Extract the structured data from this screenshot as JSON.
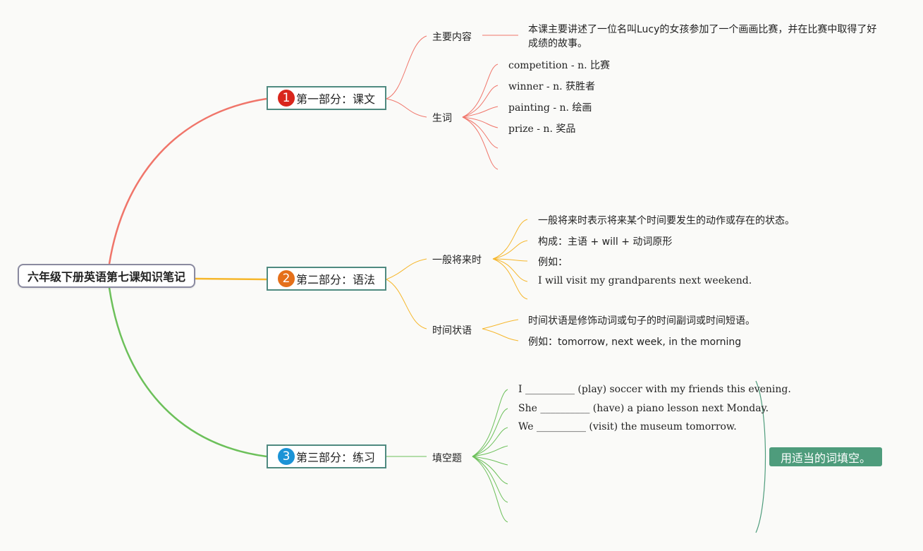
{
  "root": {
    "title": "六年级下册英语第七课知识笔记"
  },
  "sections": [
    {
      "number": "1",
      "title": "第一部分：课文",
      "color": "#f0756a",
      "badge_color": "#d9261c",
      "branches": [
        {
          "label": "主要内容",
          "items": [
            "本课主要讲述了一位名叫Lucy的女孩参加了一个画画比赛，并在比赛中取得了好成绩的故事。"
          ]
        },
        {
          "label": "生词",
          "items": [
            "competition - n. 比赛",
            "winner - n. 获胜者",
            "painting - n. 绘画",
            "prize - n. 奖品",
            "",
            ""
          ]
        }
      ]
    },
    {
      "number": "2",
      "title": "第二部分：语法",
      "color": "#f6b72c",
      "badge_color": "#e5701a",
      "branches": [
        {
          "label": "一般将来时",
          "items": [
            "一般将来时表示将来某个时间要发生的动作或存在的状态。",
            "构成：主语 + will + 动词原形",
            "例如：",
            "I will visit my grandparents next weekend.",
            ""
          ]
        },
        {
          "label": "时间状语",
          "items": [
            "时间状语是修饰动词或句子的时间副词或时间短语。",
            "例如：tomorrow, next week, in the morning"
          ]
        }
      ]
    },
    {
      "number": "3",
      "title": "第三部分：练习",
      "color": "#6cc05a",
      "badge_color": "#1b93d6",
      "branches": [
        {
          "label": "填空题",
          "items": [
            "I __________ (play) soccer with my friends this evening.",
            "She __________ (have) a piano lesson next Monday.",
            "We __________ (visit) the museum tomorrow.",
            "",
            "",
            "",
            "",
            ""
          ]
        }
      ],
      "callout": "用适当的词填空。",
      "callout_color": "#4e9c7c"
    }
  ]
}
